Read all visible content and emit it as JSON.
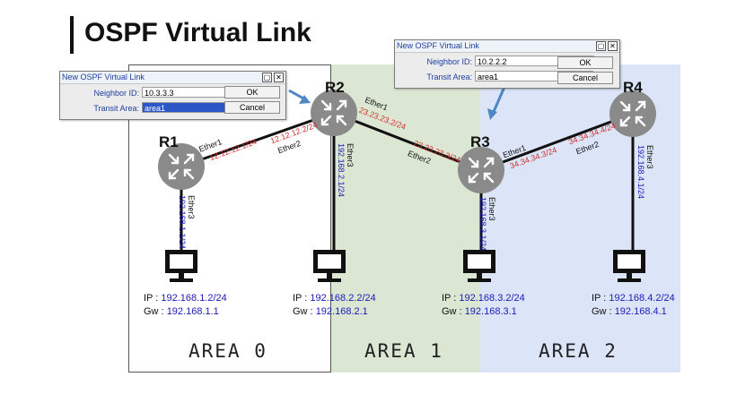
{
  "title": "OSPF Virtual Link",
  "areas": {
    "a0": "AREA 0",
    "a1": "AREA 1",
    "a2": "AREA 2"
  },
  "routers": {
    "r1": "R1",
    "r2": "R2",
    "r3": "R3",
    "r4": "R4"
  },
  "links": {
    "r1r2": {
      "if_a": "Ether1",
      "ip_a": "12.12.12.1/24",
      "ip_b": "12.12.12.2/24",
      "if_b": "Ether2"
    },
    "r2r3": {
      "if_a": "Ether1",
      "ip_a": "23.23.23.2/24",
      "ip_b": "23.23.23.3/24",
      "if_b": "Ether2"
    },
    "r3r4": {
      "if_a": "Ether1",
      "ip_a": "34.34.34.3/24",
      "ip_b": "34.34.34.4/24",
      "if_b": "Ether2"
    },
    "r1pc": {
      "iface": "Ether3",
      "ip": "192.168.1.1/24"
    },
    "r2pc": {
      "iface": "Ether3",
      "ip": "192.168.2.1/24"
    },
    "r3pc": {
      "iface": "Ether3",
      "ip": "192.168.3.1/24"
    },
    "r4pc": {
      "iface": "Ether3",
      "ip": "192.168.4.1/24"
    }
  },
  "pcs": [
    {
      "ip_label": "IP :",
      "ip": "192.168.1.2/24",
      "gw_label": "Gw :",
      "gw": "192.168.1.1"
    },
    {
      "ip_label": "IP :",
      "ip": "192.168.2.2/24",
      "gw_label": "Gw :",
      "gw": "192.168.2.1"
    },
    {
      "ip_label": "IP :",
      "ip": "192.168.3.2/24",
      "gw_label": "Gw :",
      "gw": "192.168.3.1"
    },
    {
      "ip_label": "IP :",
      "ip": "192.168.4.2/24",
      "gw_label": "Gw :",
      "gw": "192.168.4.1"
    }
  ],
  "dialogs": [
    {
      "title": "New OSPF Virtual Link",
      "neighbor_label": "Neighbor ID:",
      "neighbor_id": "10.3.3.3",
      "area_label": "Transit Area:",
      "area": "area1",
      "ok": "OK",
      "cancel": "Cancel"
    },
    {
      "title": "New OSPF Virtual Link",
      "neighbor_label": "Neighbor ID:",
      "neighbor_id": "10.2.2.2",
      "area_label": "Transit Area:",
      "area": "area1",
      "ok": "OK",
      "cancel": "Cancel"
    }
  ],
  "colors": {
    "router": "#8a8a8a",
    "link_ip": "#d0312d",
    "pc_ip": "#1a1ab8",
    "pc": "#111111",
    "arrow": "#4f86c6"
  },
  "icons": {
    "router": "router-arrows-icon",
    "pc": "monitor-icon",
    "close": "close-icon",
    "restore": "restore-icon",
    "dropdown": "dropdown-icon"
  }
}
